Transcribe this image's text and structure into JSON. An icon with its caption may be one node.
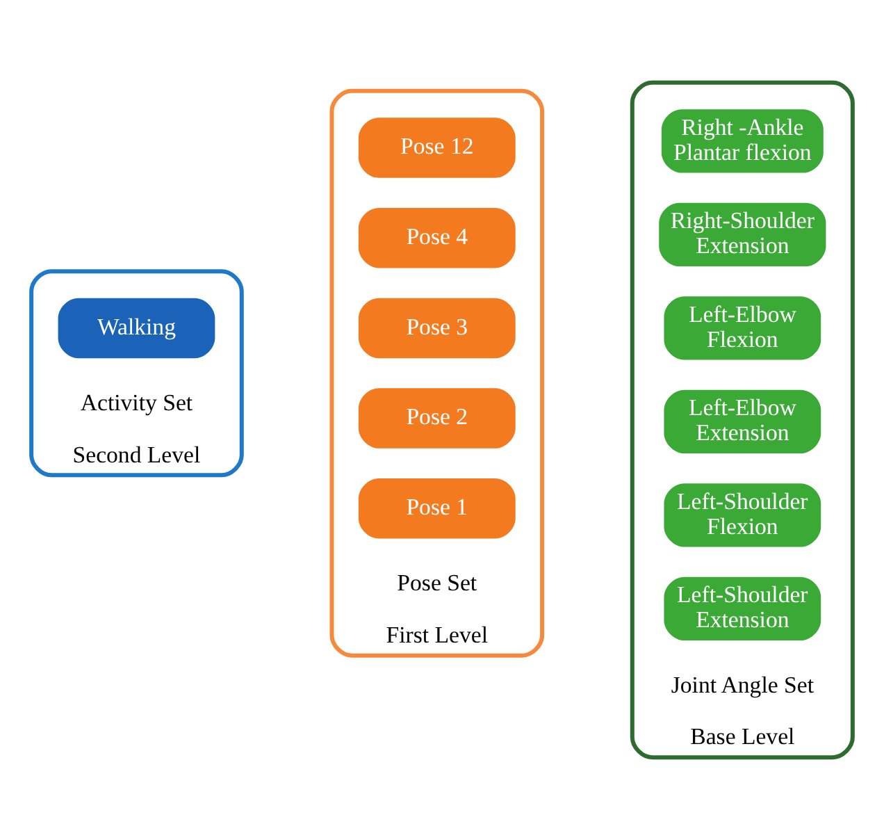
{
  "diagram": {
    "nodes": [
      {
        "text": [
          "Activity Set",
          "Second Level"
        ]
      },
      {
        "text": [
          "Walking"
        ],
        "in": 0
      },
      {
        "text": [
          "Pose Set",
          "First Level"
        ]
      },
      {
        "text": [
          "Pose 1"
        ],
        "in": 2
      },
      {
        "text": [
          "Pose 2"
        ],
        "in": 2
      },
      {
        "text": [
          "Pose 3"
        ],
        "in": 2
      },
      {
        "text": [
          "Pose 4"
        ],
        "in": 2
      },
      {
        "text": [
          "Pose 12"
        ],
        "in": 2
      },
      {
        "text": [
          "Joint Angle Set",
          "Base Level"
        ]
      },
      {
        "text": [
          "Left-Shoulder Extension"
        ],
        "in": 8
      },
      {
        "text": [
          "Left-Shoulder Flexion"
        ],
        "in": 8
      },
      {
        "text": [
          "Left-Elbow Extension"
        ],
        "in": 8
      },
      {
        "text": [
          "Left-Elbow Flexion"
        ],
        "in": 8
      },
      {
        "text": [
          "Right-Shoulder Extension"
        ],
        "in": 8
      },
      {
        "text": [
          "Right -Ankle Plantar flexion"
        ],
        "in": 8
      }
    ],
    "edges": []
  }
}
